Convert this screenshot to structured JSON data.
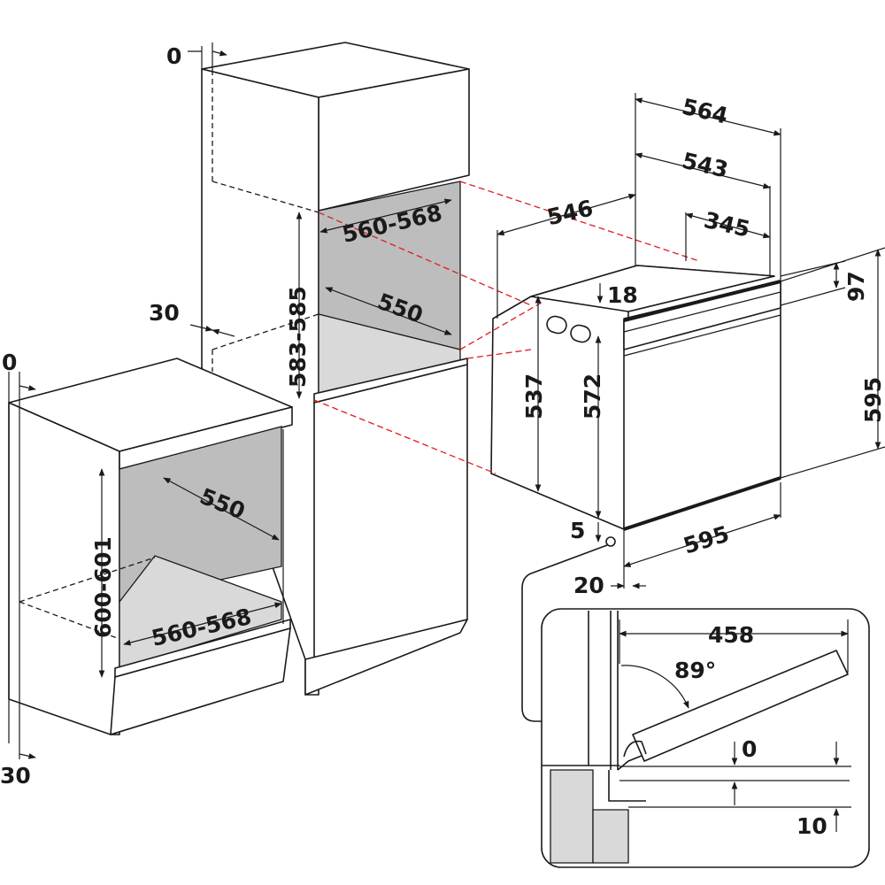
{
  "dimensions": {
    "col_top_gap": "0",
    "col_side_gap": "30",
    "col_niche_width": "560-568",
    "col_niche_height": "583-585",
    "col_niche_depth": "550",
    "low_top_gap": "0",
    "low_bottom_gap": "30",
    "low_niche_depth": "550",
    "low_niche_height": "600-601",
    "low_niche_width": "560-568",
    "oven_depth_total": "564",
    "oven_depth_body": "543",
    "oven_depth_side": "546",
    "oven_depth_rear": "345",
    "oven_top_offset": "18",
    "oven_panel_height": "97",
    "oven_body_height_side": "537",
    "oven_body_height": "572",
    "oven_total_height": "595",
    "oven_width": "595",
    "oven_bottom_offset": "5",
    "oven_front_offset": "20",
    "door_open_length": "458",
    "door_angle": "89°",
    "door_gap_top": "0",
    "door_gap_bottom": "10"
  }
}
